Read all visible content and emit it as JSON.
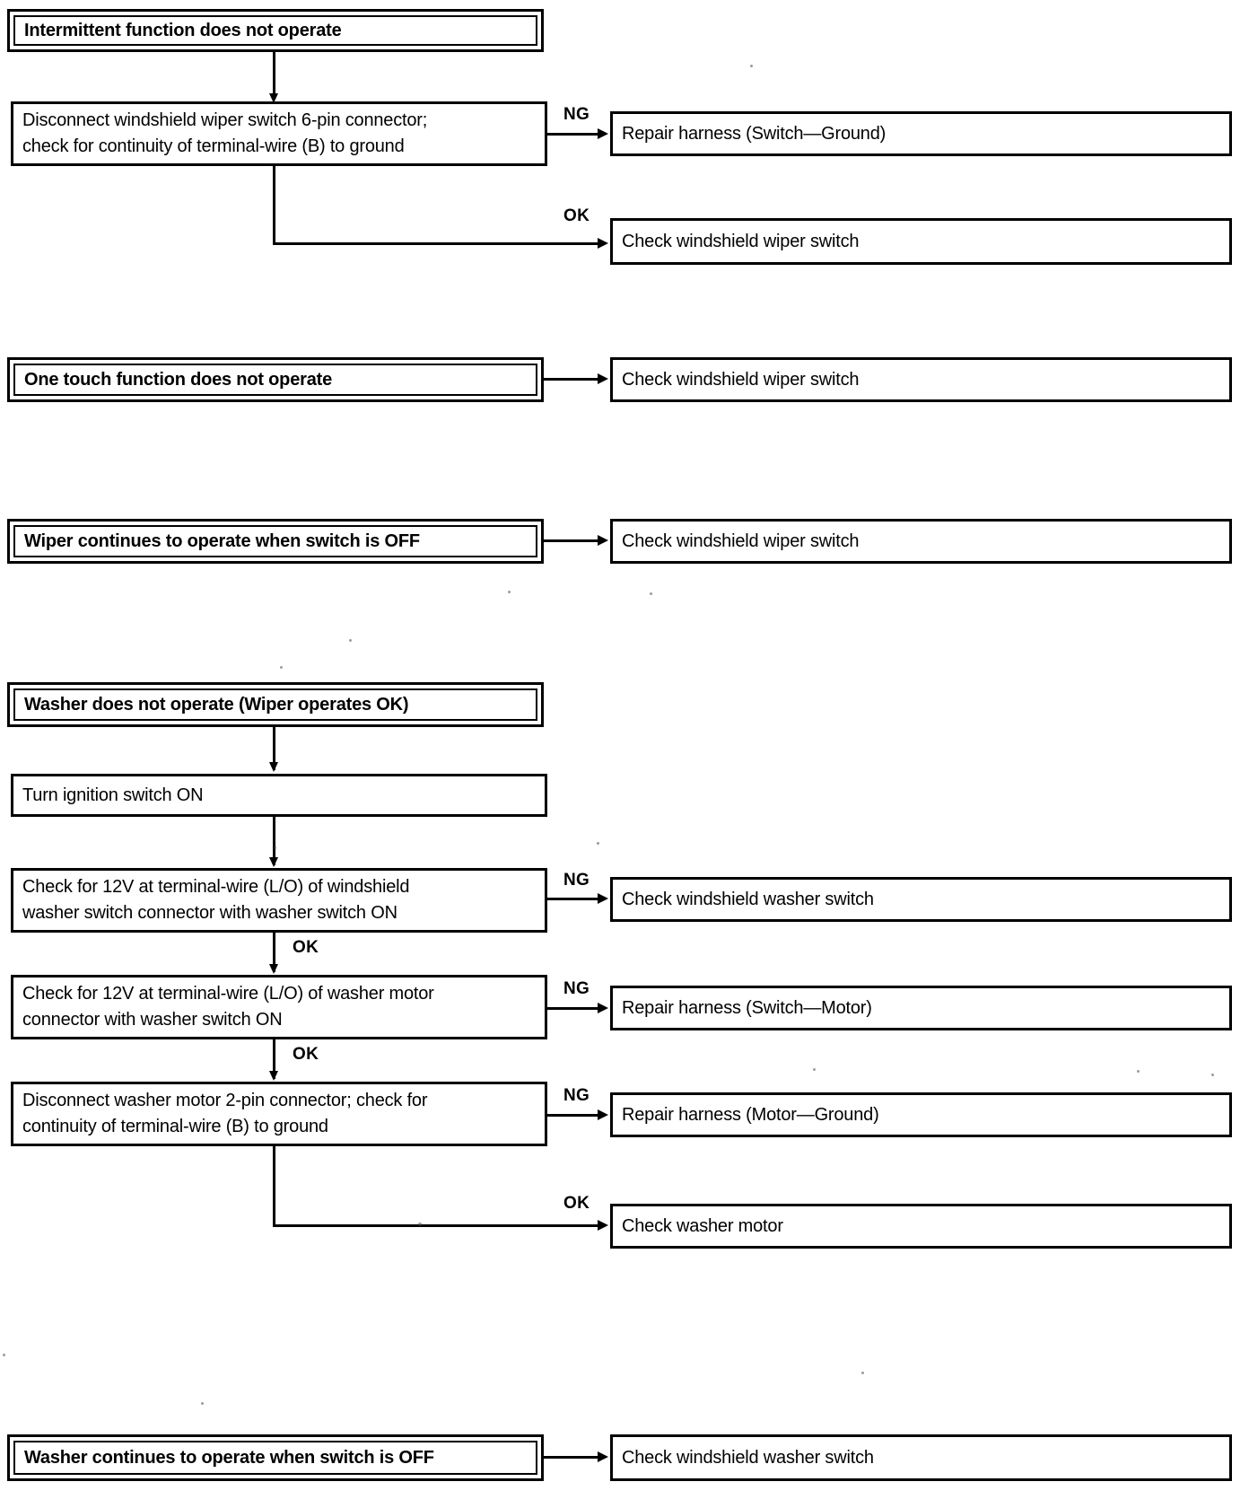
{
  "document": {
    "type": "troubleshooting-flowchart",
    "subject": "Windshield wiper and washer troubleshooting"
  },
  "sections": [
    {
      "id": "intermittent",
      "header": "Intermittent function does not operate",
      "steps": [
        {
          "id": "intermittent-step-1",
          "text": "Disconnect windshield wiper switch 6-pin connector;\ncheck for continuity of terminal-wire (B) to ground",
          "branches": [
            {
              "label": "NG",
              "result": "Repair harness (Switch—Ground)"
            },
            {
              "label": "OK",
              "result": "Check windshield wiper switch"
            }
          ]
        }
      ]
    },
    {
      "id": "one-touch",
      "header": "One touch function does not operate",
      "direct_result": "Check windshield wiper switch"
    },
    {
      "id": "wiper-continues",
      "header": "Wiper continues to operate when switch is OFF",
      "direct_result": "Check windshield wiper switch"
    },
    {
      "id": "washer-no-operate",
      "header": "Washer does not operate (Wiper operates OK)",
      "steps": [
        {
          "id": "washer-step-1",
          "text": "Turn ignition switch ON",
          "branches": []
        },
        {
          "id": "washer-step-2",
          "text": "Check for 12V at terminal-wire (L/O) of windshield\nwasher switch connector with washer switch ON",
          "branches": [
            {
              "label": "NG",
              "result": "Check windshield washer switch"
            },
            {
              "label": "OK",
              "result": ""
            }
          ]
        },
        {
          "id": "washer-step-3",
          "text": "Check for 12V at terminal-wire (L/O) of washer motor\nconnector with washer switch ON",
          "branches": [
            {
              "label": "NG",
              "result": "Repair harness (Switch—Motor)"
            },
            {
              "label": "OK",
              "result": ""
            }
          ]
        },
        {
          "id": "washer-step-4",
          "text": "Disconnect washer motor 2-pin connector; check for\ncontinuity of terminal-wire (B) to ground",
          "branches": [
            {
              "label": "NG",
              "result": "Repair harness (Motor—Ground)"
            },
            {
              "label": "OK",
              "result": "Check washer motor"
            }
          ]
        }
      ]
    },
    {
      "id": "washer-continues",
      "header": "Washer continues to operate when switch is OFF",
      "direct_result": "Check windshield washer switch"
    }
  ],
  "labels": {
    "ng": "NG",
    "ok": "OK"
  },
  "colors": {
    "ink": "#000000",
    "paper": "#ffffff"
  }
}
